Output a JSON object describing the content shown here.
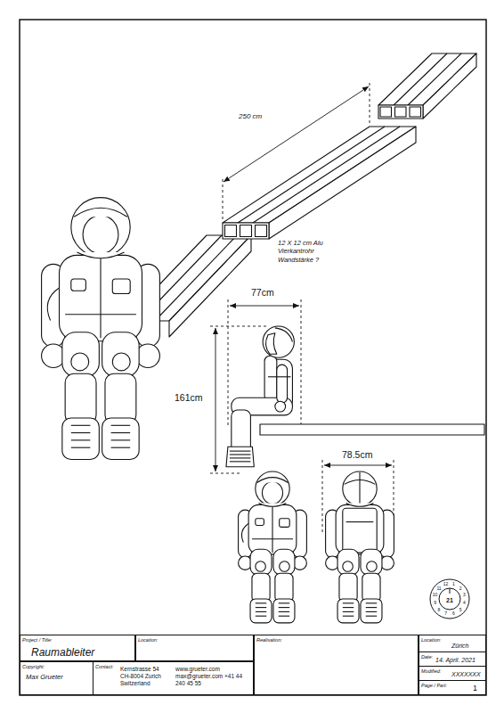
{
  "diagram": {
    "nodes": [
      {
        "text": [
          "Project / Title:",
          "Raumableiter"
        ]
      },
      {
        "text": [
          "Location:"
        ]
      },
      {
        "text": [
          "Realisation:"
        ]
      },
      {
        "text": [
          "Location:",
          "Zürich"
        ]
      },
      {
        "text": [
          "Date:",
          "14. April. 2021"
        ]
      },
      {
        "text": [
          "Modified:",
          "XXXXXXX"
        ]
      },
      {
        "text": [
          "Copyright:",
          "Max Grueter"
        ]
      },
      {
        "text": [
          "Contact:",
          "Kernstrasse 54 CH-8004 Zurich Switzerland",
          "www.grueter.com max@grueter.com +41 44 240 45 55"
        ]
      },
      {
        "text": [
          "Page / Part:",
          "1"
        ]
      }
    ],
    "labels": [
      "250 cm",
      "12 X 12 cm Alu Vierkantrohr Wandstärke ?",
      "77cm",
      "161cm",
      "78.5cm",
      "1",
      "2",
      "3",
      "4",
      "5",
      "6",
      "7",
      "8",
      "9",
      "10",
      "11",
      "12",
      "21"
    ]
  }
}
